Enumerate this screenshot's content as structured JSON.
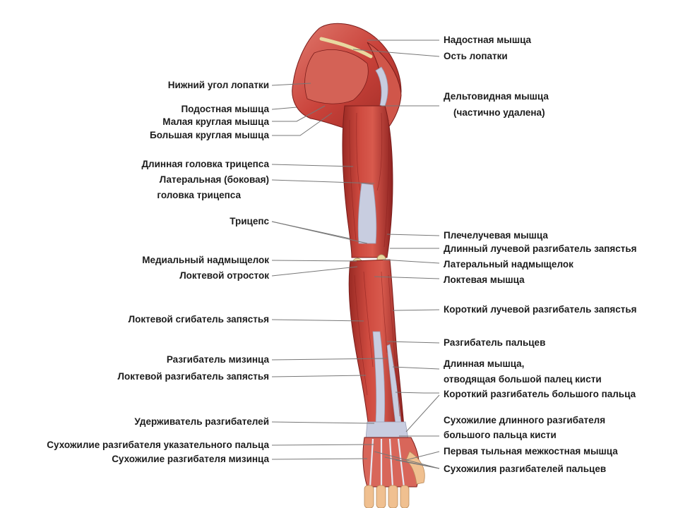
{
  "diagram": {
    "labels_left": [
      {
        "id": "inferior-angle-scapula",
        "text": "Нижний угол лопатки"
      },
      {
        "id": "infraspinatus",
        "text": "Подостная мышца"
      },
      {
        "id": "teres-minor",
        "text": "Малая круглая мышца"
      },
      {
        "id": "teres-major",
        "text": "Большая круглая мышца"
      },
      {
        "id": "triceps-long-head",
        "text": "Длинная головка трицепса"
      },
      {
        "id": "triceps-lateral-head-1",
        "text": "Латеральная (боковая)"
      },
      {
        "id": "triceps-lateral-head-2",
        "text": "головка трицепса"
      },
      {
        "id": "triceps",
        "text": "Трицепс"
      },
      {
        "id": "medial-epicondyle",
        "text": "Медиальный надмыщелок"
      },
      {
        "id": "olecranon",
        "text": "Локтевой отросток"
      },
      {
        "id": "flexor-carpi-ulnaris",
        "text": "Локтевой сгибатель запястья"
      },
      {
        "id": "extensor-digiti-minimi",
        "text": "Разгибатель мизинца"
      },
      {
        "id": "extensor-carpi-ulnaris",
        "text": "Локтевой разгибатель запястья"
      },
      {
        "id": "extensor-retinaculum",
        "text": "Удерживатель разгибателей"
      },
      {
        "id": "extensor-indicis-tendon",
        "text": "Сухожилие разгибателя указательного пальца"
      },
      {
        "id": "extensor-digiti-minimi-tendon",
        "text": "Сухожилие разгибателя мизинца"
      }
    ],
    "labels_right": [
      {
        "id": "supraspinatus",
        "text": "Надостная мышца"
      },
      {
        "id": "spine-of-scapula",
        "text": "Ость лопатки"
      },
      {
        "id": "deltoid-1",
        "text": "Дельтовидная мышца"
      },
      {
        "id": "deltoid-2",
        "text": "(частично удалена)"
      },
      {
        "id": "brachioradialis",
        "text": "Плечелучевая мышца"
      },
      {
        "id": "ecrl",
        "text": "Длинный лучевой разгибатель запястья"
      },
      {
        "id": "lateral-epicondyle",
        "text": "Латеральный надмыщелок"
      },
      {
        "id": "anconeus",
        "text": "Локтевая мышца"
      },
      {
        "id": "ecrb",
        "text": "Короткий лучевой разгибатель запястья"
      },
      {
        "id": "extensor-digitorum",
        "text": "Разгибатель пальцев"
      },
      {
        "id": "apl-1",
        "text": "Длинная мышца,"
      },
      {
        "id": "apl-2",
        "text": "отводящая большой палец кисти"
      },
      {
        "id": "epb",
        "text": "Короткий разгибатель большого пальца"
      },
      {
        "id": "epl-1",
        "text": "Сухожилие длинного разгибателя"
      },
      {
        "id": "epl-2",
        "text": "большого пальца кисти"
      },
      {
        "id": "first-dorsal-interosseous",
        "text": "Первая тыльная межкостная мышца"
      },
      {
        "id": "extensor-tendons",
        "text": "Сухожилия разгибателей пальцев"
      }
    ],
    "colors": {
      "muscle": "#c9423a",
      "muscle_dark": "#8e2220",
      "muscle_light": "#e0766a",
      "tendon": "#c8cde0",
      "bone": "#e8d9a0",
      "skin": "#f0c090",
      "line": "#777777"
    }
  }
}
